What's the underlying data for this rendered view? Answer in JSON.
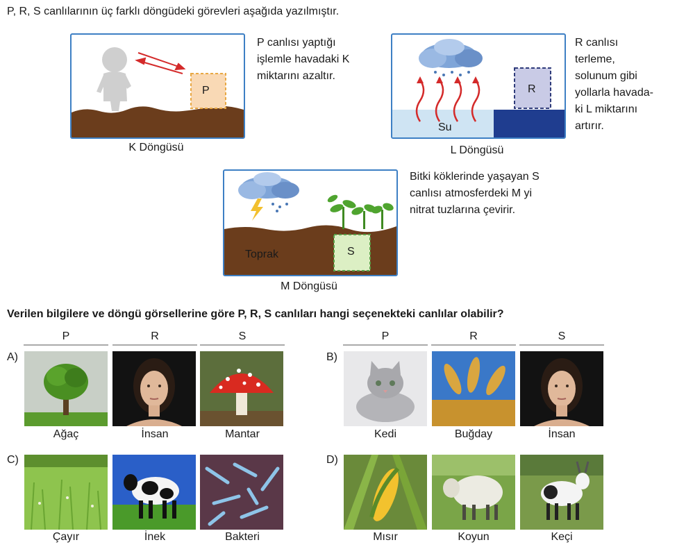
{
  "intro": "P, R, S canlılarının üç farklı döngüdeki görevleri aşağıda yazılmıştır.",
  "cycles": {
    "k": {
      "caption": "K Döngüsü",
      "box": "P",
      "description": [
        "P canlısı yaptığı",
        "işlemle havadaki K",
        "miktarını azaltır."
      ]
    },
    "l": {
      "caption": "L Döngüsü",
      "box": "R",
      "water": "Su",
      "description": [
        "R canlısı",
        "terleme,",
        "solunum gibi",
        "yollarla havada-",
        "ki L miktarını",
        "artırır."
      ]
    },
    "m": {
      "caption": "M Döngüsü",
      "box": "S",
      "soil": "Toprak",
      "description": [
        "Bitki köklerinde yaşayan S",
        "canlısı atmosferdeki M yi",
        "nitrat tuzlarına çevirir."
      ]
    }
  },
  "question": "Verilen bilgilere ve döngü görsellerine göre P, R, S canlıları hangi seçenekteki canlılar olabilir?",
  "column_headers": [
    "P",
    "R",
    "S"
  ],
  "options": [
    {
      "letter": "A)",
      "items": [
        "Ağaç",
        "İnsan",
        "Mantar"
      ],
      "icons": [
        "tree-photo",
        "woman-photo",
        "mushroom-photo"
      ]
    },
    {
      "letter": "B)",
      "items": [
        "Kedi",
        "Buğday",
        "İnsan"
      ],
      "icons": [
        "kitten-photo",
        "wheat-photo",
        "woman-photo"
      ]
    },
    {
      "letter": "C)",
      "items": [
        "Çayır",
        "İnek",
        "Bakteri"
      ],
      "icons": [
        "meadow-photo",
        "cow-photo",
        "bacteria-photo"
      ]
    },
    {
      "letter": "D)",
      "items": [
        "Mısır",
        "Koyun",
        "Keçi"
      ],
      "icons": [
        "corn-photo",
        "sheep-photo",
        "goat-photo"
      ]
    }
  ],
  "colors": {
    "panel_border": "#3d7fc4",
    "soil": "#6b3d1c",
    "arrow_red": "#d42a2a",
    "water": "#cfe4f3",
    "dark_water": "#1f3d8f"
  }
}
